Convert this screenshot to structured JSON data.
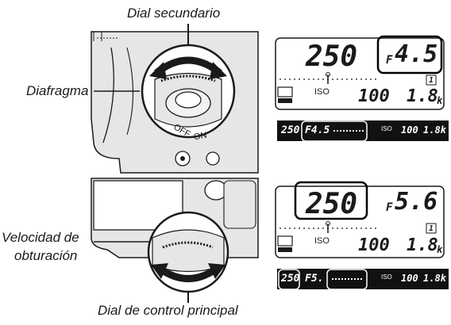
{
  "labels": {
    "top_dial": "Dial secundario",
    "left_top": "Diafragma",
    "left_bottom_line1": "Velocidad de",
    "left_bottom_line2": "obturación",
    "bottom_dial": "Dial de control principal"
  },
  "camera_top": {
    "switch_off": "OFF",
    "switch_on": "ON"
  },
  "lcd_top": {
    "shutter": "250",
    "aperture_prefix": "F",
    "aperture": "4.5",
    "iso_label": "ISO",
    "count": "100",
    "bracket": "1.8",
    "k": "k",
    "card": "1"
  },
  "viewfinder_top": {
    "shutter": "250",
    "aperture": "F4.5",
    "iso_label": "ISO",
    "count": "100",
    "bracket": "1.8k"
  },
  "lcd_bottom": {
    "shutter": "250",
    "aperture_prefix": "F",
    "aperture": "5.6",
    "iso_label": "ISO",
    "count": "100",
    "bracket": "1.8",
    "k": "k",
    "card": "1"
  },
  "viewfinder_bottom": {
    "shutter": "250",
    "aperture": "F5.",
    "iso_label": "ISO",
    "count": "100",
    "bracket": "1.8k"
  },
  "colors": {
    "ink": "#1a1a1a",
    "panel_dark": "#111111",
    "camera_gray": "#e6e6e6",
    "highlight": "#000000"
  }
}
